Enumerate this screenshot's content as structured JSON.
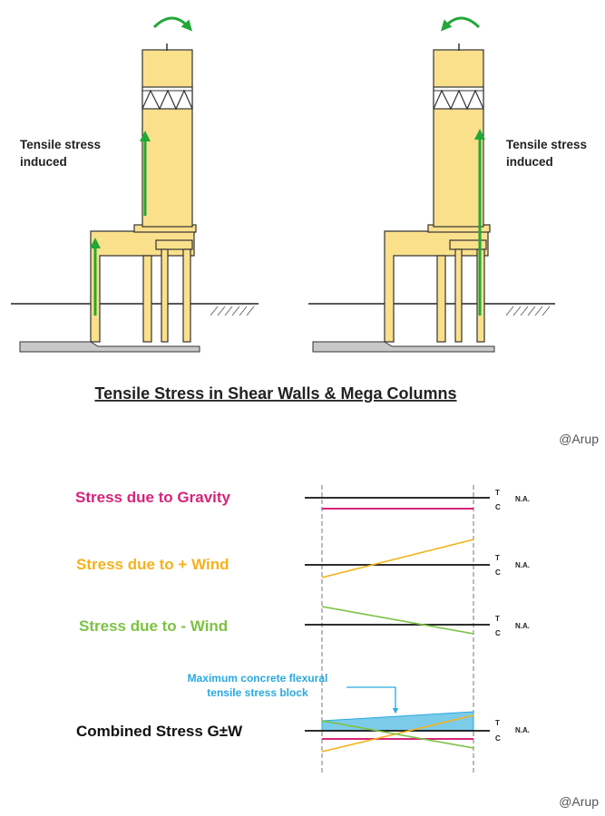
{
  "top_diagram": {
    "title": "Tensile Stress in Shear Walls & Mega Columns",
    "left_annotation": [
      "Tensile stress",
      "induced"
    ],
    "right_annotation": [
      "Tensile stress",
      "induced"
    ],
    "credit": "@Arup"
  },
  "bottom_diagram": {
    "rows": [
      {
        "label": "Stress due to Gravity",
        "color": "#d6247a"
      },
      {
        "label": "Stress due to + Wind",
        "color": "#f5b21c"
      },
      {
        "label": "Stress due to - Wind",
        "color": "#7dc242"
      },
      {
        "label": "Combined Stress G±W",
        "color": "#111111"
      }
    ],
    "tension_marker": "T",
    "compression_marker": "C",
    "neutral_axis_label": "N.A.",
    "callout": [
      "Maximum concrete flexural",
      "tensile stress block"
    ],
    "callout_color": "#29a9e0",
    "credit": "@Arup"
  },
  "colors": {
    "structure_fill": "#fbe08c",
    "structure_stroke": "#333333",
    "arrow_green": "#22a838",
    "foundation_gray": "#c8c8c8"
  }
}
